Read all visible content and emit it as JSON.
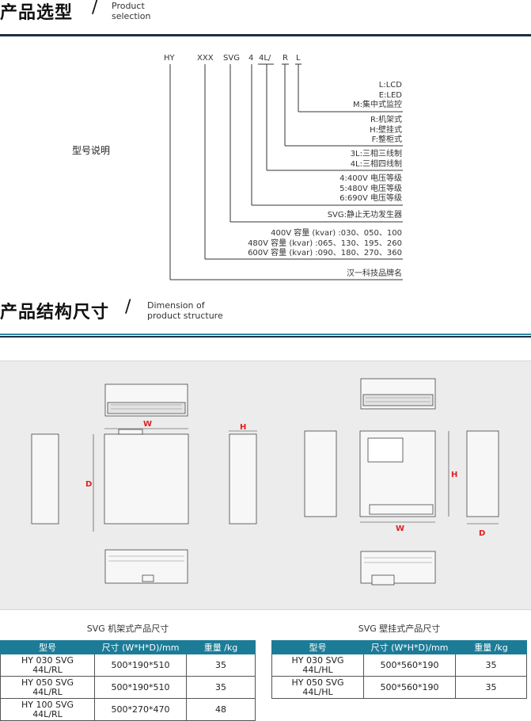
{
  "section1": {
    "title_cn": "产品选型",
    "title_en_line1": "Product",
    "title_en_line2": "selection"
  },
  "model": {
    "label": "型号说明",
    "codes": [
      "HY",
      "XXX",
      "SVG",
      "4",
      "4L/",
      "R",
      "L"
    ],
    "descriptions": {
      "install_mode": [
        "L:LCD",
        "E:LED",
        "M:集中式监控"
      ],
      "mount": [
        "R:机架式",
        "H:壁挂式",
        "F:整柜式"
      ],
      "wiring": [
        "3L:三相三线制",
        "4L:三相四线制"
      ],
      "voltage": [
        "4:400V 电压等级",
        "5:480V 电压等级",
        "6:690V 电压等级"
      ],
      "product": [
        "SVG:静止无功发生器"
      ],
      "capacity": [
        "400V 容量 (kvar) :030、050、100",
        "480V 容量 (kvar) :065、130、195、260",
        "600V 容量 (kvar) :090、180、270、360"
      ],
      "brand": [
        "汉一科技品牌名"
      ]
    }
  },
  "section2": {
    "title_cn": "产品结构尺寸",
    "title_en_line1": "Dimension of",
    "title_en_line2": "product structure"
  },
  "drawings": {
    "rack_labels": {
      "w": "W",
      "h": "H",
      "d": "D"
    },
    "wall_labels": {
      "h": "H",
      "w": "W",
      "d": "D"
    }
  },
  "tables": {
    "rack": {
      "caption": "SVG 机架式产品尺寸",
      "headers": [
        "型号",
        "尺寸 (W*H*D)/mm",
        "重量 /kg"
      ],
      "rows": [
        [
          "HY 030 SVG",
          "44L/RL",
          "500*190*510",
          "35"
        ],
        [
          "HY 050 SVG",
          "44L/RL",
          "500*190*510",
          "35"
        ],
        [
          "HY 100 SVG",
          "44L/RL",
          "500*270*470",
          "48"
        ]
      ]
    },
    "wall": {
      "caption": "SVG 壁挂式产品尺寸",
      "headers": [
        "型号",
        "尺寸 (W*H*D)/mm",
        "重量 /kg"
      ],
      "rows": [
        [
          "HY 030 SVG",
          "44L/HL",
          "500*560*190",
          "35"
        ],
        [
          "HY 050 SVG",
          "44L/HL",
          "500*560*190",
          "35"
        ]
      ]
    }
  },
  "colors": {
    "header_bar": "#1b2f44",
    "teal": "#1c7c97",
    "dim_red": "#d22222"
  }
}
